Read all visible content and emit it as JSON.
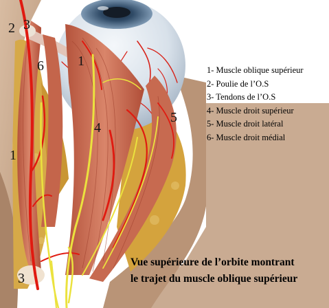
{
  "figure": {
    "numbers": [
      "2",
      "3",
      "1",
      "6",
      "4",
      "5",
      "1",
      "3"
    ]
  },
  "legend": {
    "items": [
      "1- Muscle oblique supérieur",
      "2- Poulie de l’O.S",
      "3- Tendons de l’O.S",
      "4- Muscle droit supérieur",
      "5- Muscle droit latéral",
      "6- Muscle droit médial"
    ]
  },
  "caption": {
    "line1": "Vue supérieure de l’orbite montrant",
    "line2": "le trajet du muscle oblique supérieur"
  },
  "colors": {
    "bone": "#c9a98e",
    "fat": "#d3a43e",
    "muscle": "#c96a4f",
    "artery": "#e01a10",
    "nerve": "#e6e23c",
    "sclera": "#dde6ee",
    "iris": "#4a6a88"
  }
}
